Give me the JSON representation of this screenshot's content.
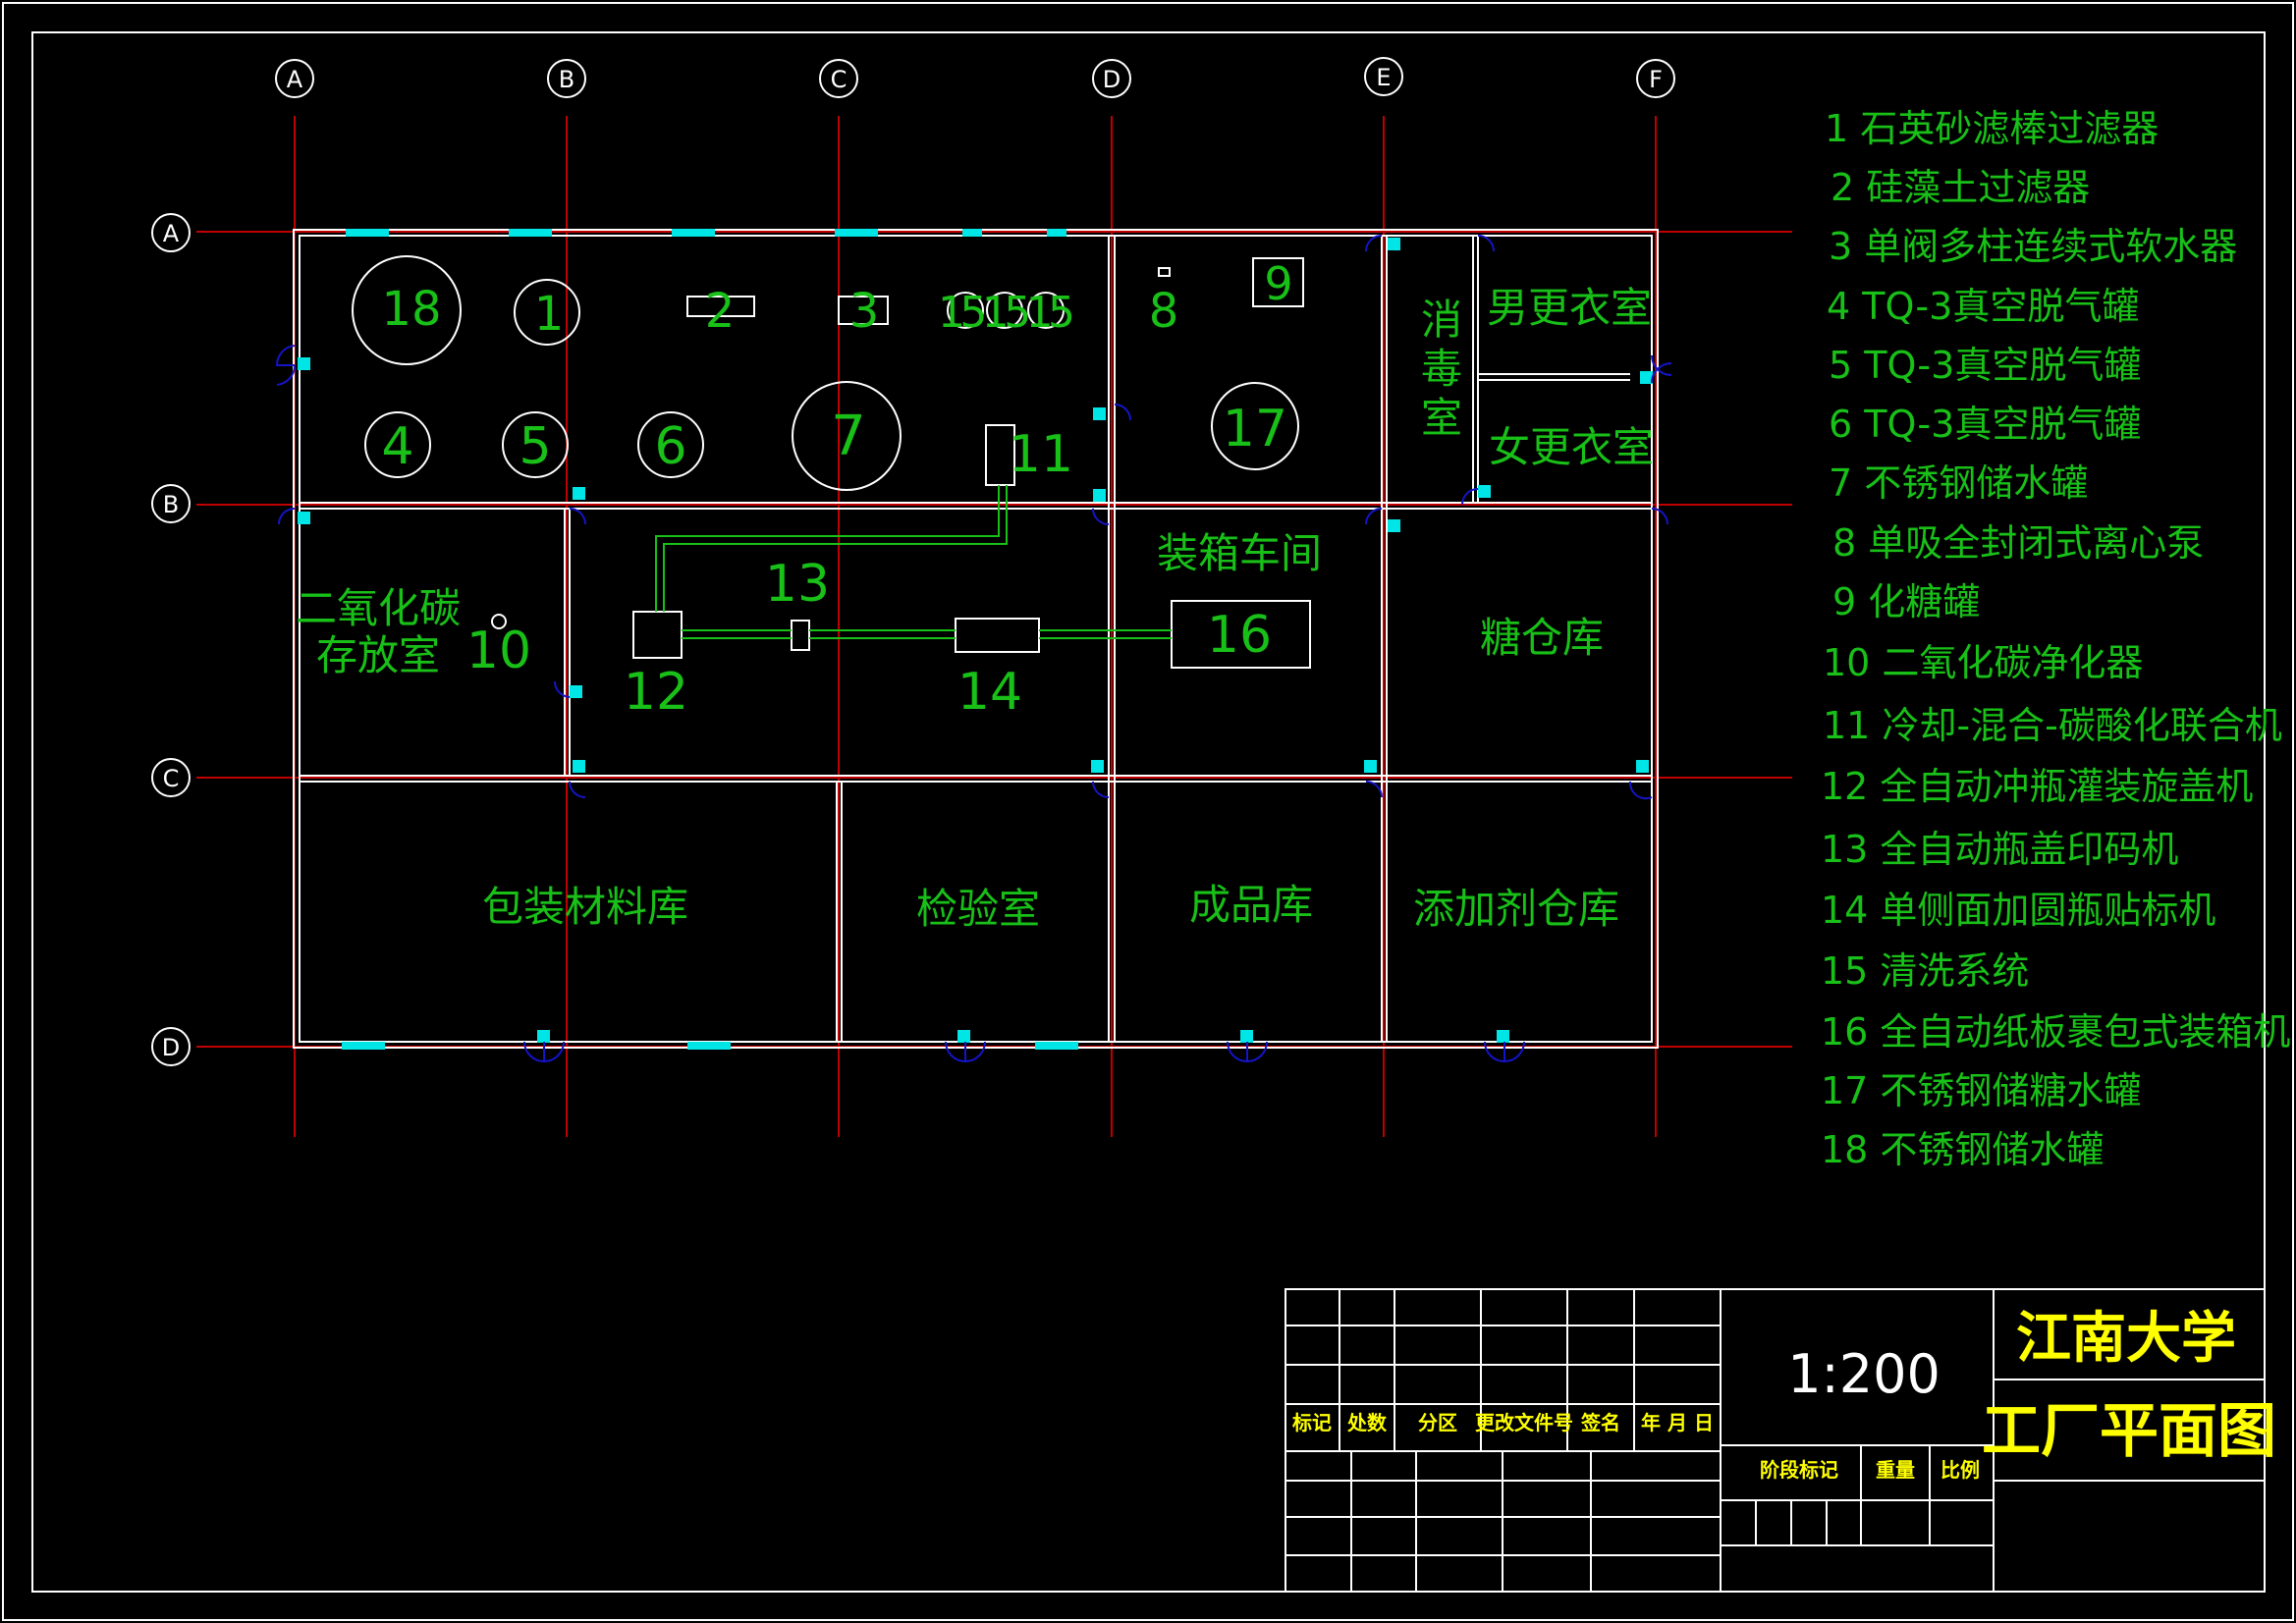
{
  "drawing": {
    "grid_cols": [
      "A",
      "B",
      "C",
      "D",
      "E",
      "F"
    ],
    "grid_rows": [
      "A",
      "B",
      "C",
      "D"
    ],
    "rooms": {
      "co2_storage_line1": "二氧化碳",
      "co2_storage_line2": "存放室",
      "disinfection_1": "消",
      "disinfection_2": "毒",
      "disinfection_3": "室",
      "male_locker": "男更衣室",
      "female_locker": "女更衣室",
      "boxing_workshop": "装箱车间",
      "sugar_warehouse": "糖仓库",
      "packaging_warehouse": "包装材料库",
      "inspection_room": "检验室",
      "finished_goods": "成品库",
      "additive_warehouse": "添加剂仓库"
    },
    "equipment_numbers": {
      "n18": "18",
      "n1": "1",
      "n2": "2",
      "n3": "3",
      "n15": "151515",
      "n8": "8",
      "n9": "9",
      "n4": "4",
      "n5": "5",
      "n6": "6",
      "n7": "7",
      "n11": "11",
      "n17": "17",
      "n10": "10",
      "n12": "12",
      "n13": "13",
      "n14": "14",
      "n16": "16"
    }
  },
  "legend": [
    "1 石英砂滤棒过滤器",
    "2 硅藻土过滤器",
    "3 单阀多柱连续式软水器",
    "4 TQ-3真空脱气罐",
    "5 TQ-3真空脱气罐",
    "6 TQ-3真空脱气罐",
    "7 不锈钢储水罐",
    "8 单吸全封闭式离心泵",
    "9 化糖罐",
    "10 二氧化碳净化器",
    "11 冷却-混合-碳酸化联合机",
    "12 全自动冲瓶灌装旋盖机",
    "13 全自动瓶盖印码机",
    "14 单侧面加圆瓶贴标机",
    "15 清洗系统",
    "16 全自动纸板裹包式装箱机",
    "17 不锈钢储糖水罐",
    "18 不锈钢储水罐"
  ],
  "title_block": {
    "scale": "1:200",
    "school": "江南大学",
    "drawing_title": "工厂平面图",
    "h_mark": "标记",
    "h_count": "处数",
    "h_zone": "分区",
    "h_doc": "更改文件号",
    "h_sign": "签名",
    "h_date": "年 月 日",
    "h_stage": "阶段标记",
    "h_weight": "重量",
    "h_ratio": "比例"
  },
  "colors": {
    "background": "#000000",
    "grid_line": "#c00000",
    "wall": "#ffffff",
    "text": "#18c018",
    "window": "#00e5e5",
    "door": "#1010c0",
    "title": "#ffff00"
  }
}
